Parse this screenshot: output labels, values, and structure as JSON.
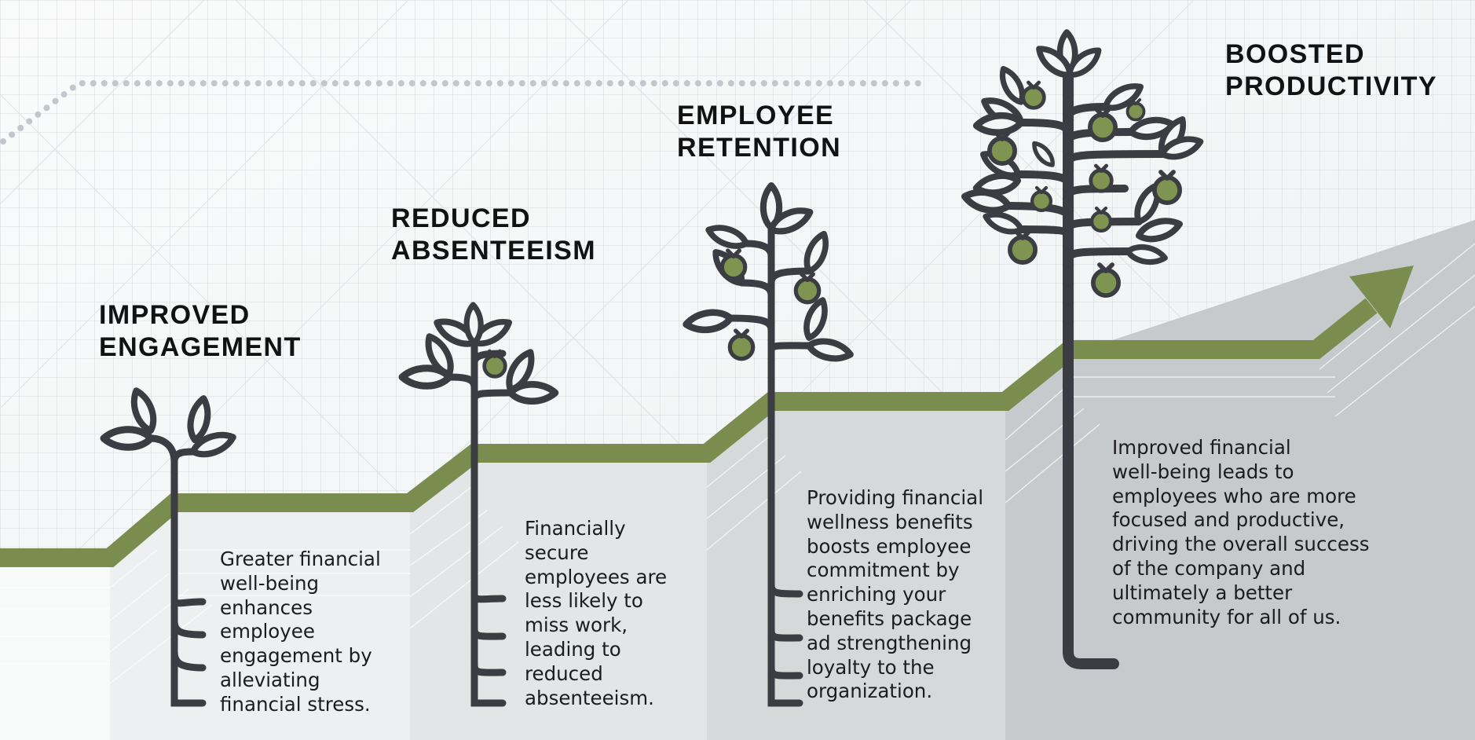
{
  "colors": {
    "ink": "#3b3d42",
    "accent_green": "#7a8c4e",
    "fruit_green": "#7e9450",
    "text": "#121212"
  },
  "steps": [
    {
      "title_lines": [
        "IMPROVED",
        "ENGAGEMENT"
      ],
      "description_lines": [
        "Greater financial",
        "well-being",
        "enhances",
        "employee",
        "engagement by",
        "alleviating",
        "financial stress."
      ]
    },
    {
      "title_lines": [
        "REDUCED",
        "ABSENTEEISM"
      ],
      "description_lines": [
        "Financially",
        "secure",
        "employees are",
        "less likely to",
        "miss work,",
        "leading to",
        "reduced",
        "absenteeism."
      ]
    },
    {
      "title_lines": [
        "EMPLOYEE",
        "RETENTION"
      ],
      "description_lines": [
        "Providing financial",
        "wellness benefits",
        "boosts employee",
        "commitment by",
        "enriching your",
        "benefits package",
        "ad strengthening",
        "loyalty to the",
        "organization."
      ]
    },
    {
      "title_lines": [
        "BOOSTED",
        "PRODUCTIVITY"
      ],
      "description_lines": [
        "Improved financial",
        "well-being leads to",
        "employees who are more",
        "focused and productive,",
        "driving the overall success",
        "of the company and",
        "ultimately a better",
        "community for all of us."
      ]
    }
  ]
}
